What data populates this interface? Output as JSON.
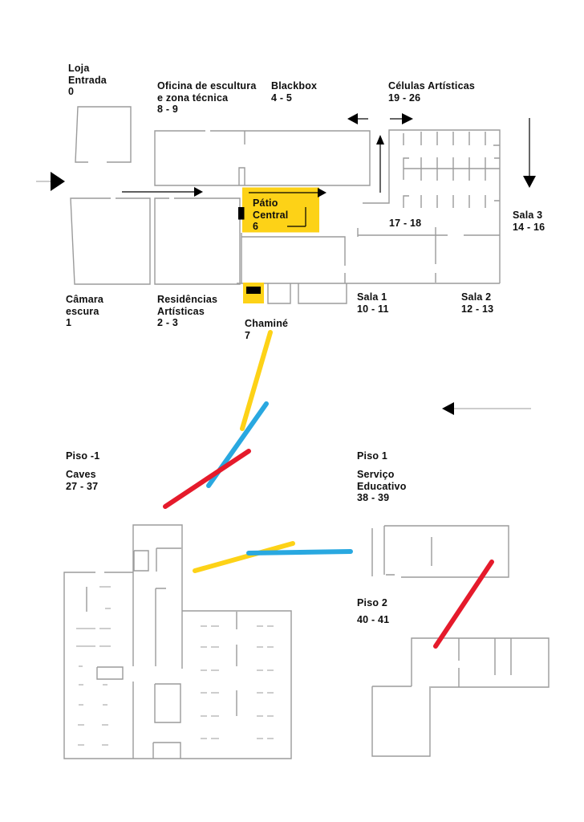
{
  "colors": {
    "yellow": "#fdd217",
    "blue": "#29a8e0",
    "red": "#e51a2b",
    "wall": "#9b9b9b",
    "ink": "#000000"
  },
  "plan": {
    "areas": [
      {
        "id": "loja",
        "lines": [
          "Loja",
          "Entrada",
          "0"
        ]
      },
      {
        "id": "oficina",
        "lines": [
          "Oficina de escultura",
          "e zona técnica",
          "8 - 9"
        ]
      },
      {
        "id": "blackbox",
        "lines": [
          "Blackbox",
          "4 - 5"
        ]
      },
      {
        "id": "celulas",
        "lines": [
          "Células Artísticas",
          "19 - 26"
        ]
      },
      {
        "id": "patio",
        "lines": [
          "Pátio",
          "Central",
          "6"
        ]
      },
      {
        "id": "rooms-17-18",
        "lines": [
          "17 - 18"
        ]
      },
      {
        "id": "sala3",
        "lines": [
          "Sala 3",
          "14 - 16"
        ]
      },
      {
        "id": "camara",
        "lines": [
          "Câmara",
          "escura",
          "1"
        ]
      },
      {
        "id": "residencias",
        "lines": [
          "Residências",
          "Artísticas",
          "2 - 3"
        ]
      },
      {
        "id": "chamine",
        "lines": [
          "Chaminé",
          "7"
        ]
      },
      {
        "id": "sala1",
        "lines": [
          "Sala 1",
          "10 - 11"
        ]
      },
      {
        "id": "sala2",
        "lines": [
          "Sala 2",
          "12 - 13"
        ]
      }
    ],
    "levels": [
      {
        "id": "piso-minus-1",
        "title": "Piso -1",
        "lines": [
          "Caves",
          "27 - 37"
        ]
      },
      {
        "id": "piso-1",
        "title": "Piso 1",
        "lines": [
          "Serviço",
          "Educativo",
          "38 - 39"
        ]
      },
      {
        "id": "piso-2",
        "title": "Piso 2",
        "lines": [
          "40 - 41"
        ]
      }
    ],
    "icons": {
      "entrance_arrow": "arrow-right",
      "corridor_arrow": "arrow-right",
      "patio_arrow": "arrow-right",
      "blackbox_arrow": "arrow-left",
      "celulas_arrow": "arrow-right",
      "stair_arrow": "arrow-up",
      "sala3_arrow": "arrow-down",
      "level_arrow": "arrow-left"
    }
  }
}
